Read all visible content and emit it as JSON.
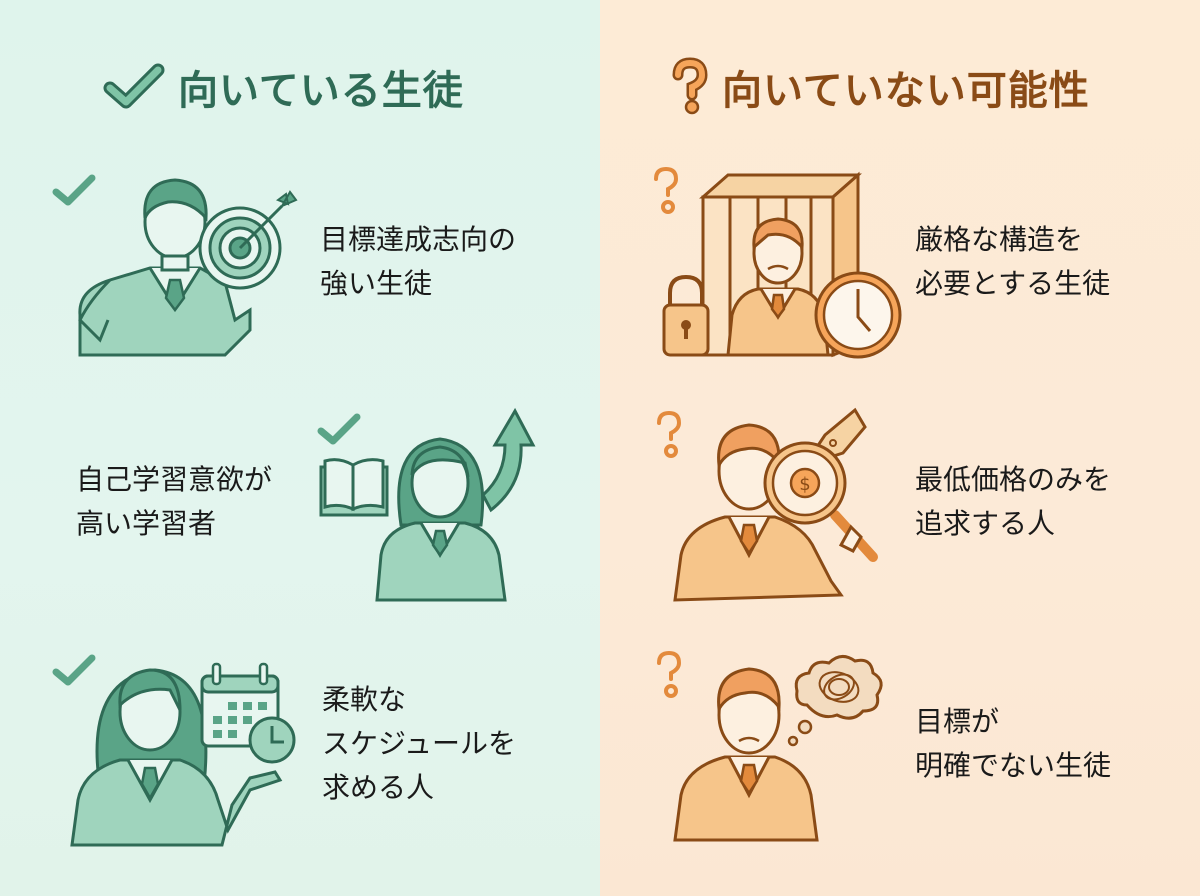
{
  "left": {
    "heading": "向いている生徒",
    "heading_icon": "check-icon",
    "accent_color": "#2f6b56",
    "fill_color": "#7fc4a6",
    "background": "#e0f4ec",
    "items": [
      {
        "lines": [
          "目標達成志向の",
          "強い生徒"
        ],
        "icon": "person-with-target-icon"
      },
      {
        "lines": [
          "自己学習意欲が",
          "高い学習者"
        ],
        "icon": "person-with-book-and-growth-arrow-icon"
      },
      {
        "lines": [
          "柔軟な",
          "スケジュールを",
          "求める人"
        ],
        "icon": "person-with-calendar-clock-icon"
      }
    ]
  },
  "right": {
    "heading": "向いていない可能性",
    "heading_icon": "question-mark-icon",
    "accent_color": "#8a4b16",
    "fill_color": "#f6c58a",
    "background": "#fdebd6",
    "items": [
      {
        "lines": [
          "厳格な構造を",
          "必要とする生徒"
        ],
        "icon": "person-in-cage-with-lock-and-clock-icon"
      },
      {
        "lines": [
          "最低価格のみを",
          "追求する人"
        ],
        "icon": "person-with-magnifier-and-price-tag-icon"
      },
      {
        "lines": [
          "目標が",
          "明確でない生徒"
        ],
        "icon": "confused-person-with-thought-bubble-icon"
      }
    ]
  }
}
